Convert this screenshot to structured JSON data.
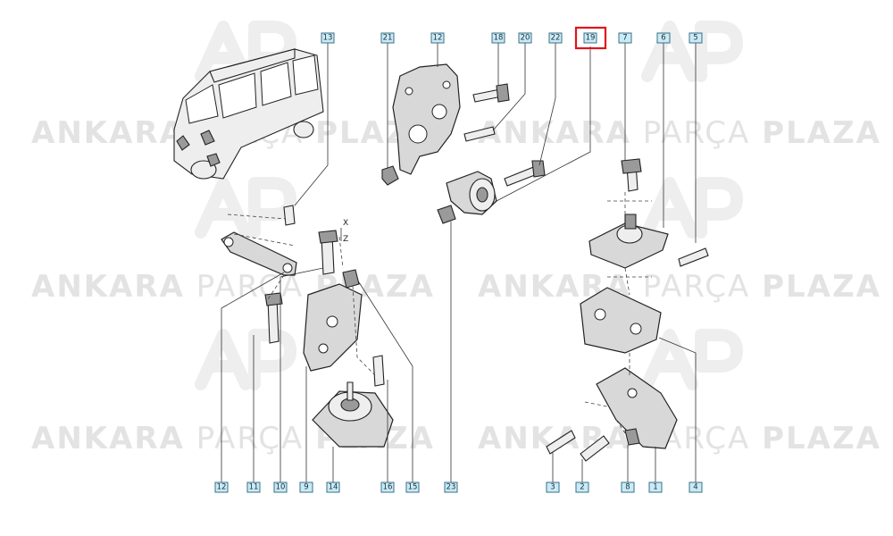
{
  "watermark": {
    "brand_bold": "ANKARA",
    "brand_light": "PARÇA",
    "brand_end": "PLAZA",
    "logo_letters": "AP"
  },
  "diagram": {
    "axis_marks": [
      "X",
      "Z"
    ],
    "highlighted_part": "19",
    "labels_top": [
      "13",
      "21",
      "12",
      "18",
      "20",
      "22",
      "19",
      "7",
      "6",
      "5"
    ],
    "labels_bottom_left": [
      "12",
      "11",
      "10",
      "9",
      "14",
      "16",
      "15",
      "23"
    ],
    "labels_bottom_right": [
      "3",
      "2",
      "8",
      "1",
      "4"
    ]
  },
  "colors": {
    "label_fill": "#c9ebf7",
    "label_stroke": "#3a6f86",
    "highlight": "#e0141b",
    "watermark": "#e3e3e3"
  }
}
